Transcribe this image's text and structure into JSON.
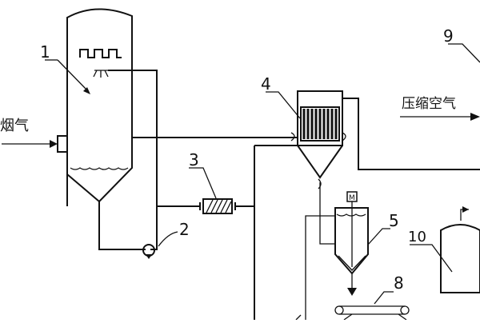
{
  "labels": {
    "l1": "1",
    "l2": "2",
    "l3": "3",
    "l4": "4",
    "l5": "5",
    "l8": "8",
    "l9": "9",
    "l10": "10"
  },
  "text": {
    "flue_gas": "烟气",
    "compressed_air": "压缩空气",
    "motor_mark": "M"
  },
  "colors": {
    "ink": "#111111",
    "background": "#ffffff"
  }
}
